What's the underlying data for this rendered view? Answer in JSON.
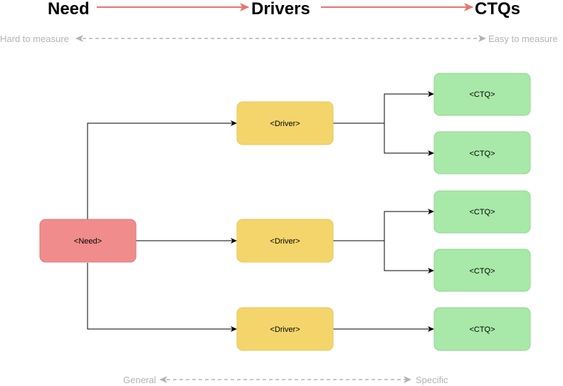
{
  "headers": {
    "need": "Need",
    "drivers": "Drivers",
    "ctqs": "CTQs"
  },
  "measure_scale": {
    "left": "Hard to measure",
    "right": "Easy to measure"
  },
  "specificity_scale": {
    "left": "General",
    "right": "Specific"
  },
  "nodes": {
    "need": "<Need>",
    "driver_1": "<Driver>",
    "driver_2": "<Driver>",
    "driver_3": "<Driver>",
    "ctq_1": "<CTQ>",
    "ctq_2": "<CTQ>",
    "ctq_3": "<CTQ>",
    "ctq_4": "<CTQ>",
    "ctq_5": "<CTQ>"
  },
  "colors": {
    "need_fill": "#f08c8c",
    "need_stroke": "#e07878",
    "driver_fill": "#f3d56b",
    "driver_stroke": "#e8c85a",
    "ctq_fill": "#a8e8a8",
    "ctq_stroke": "#8fd68f",
    "flow_arrow": "#e8736b",
    "scale_arrow": "#b3b3b3",
    "connector": "#000000"
  }
}
